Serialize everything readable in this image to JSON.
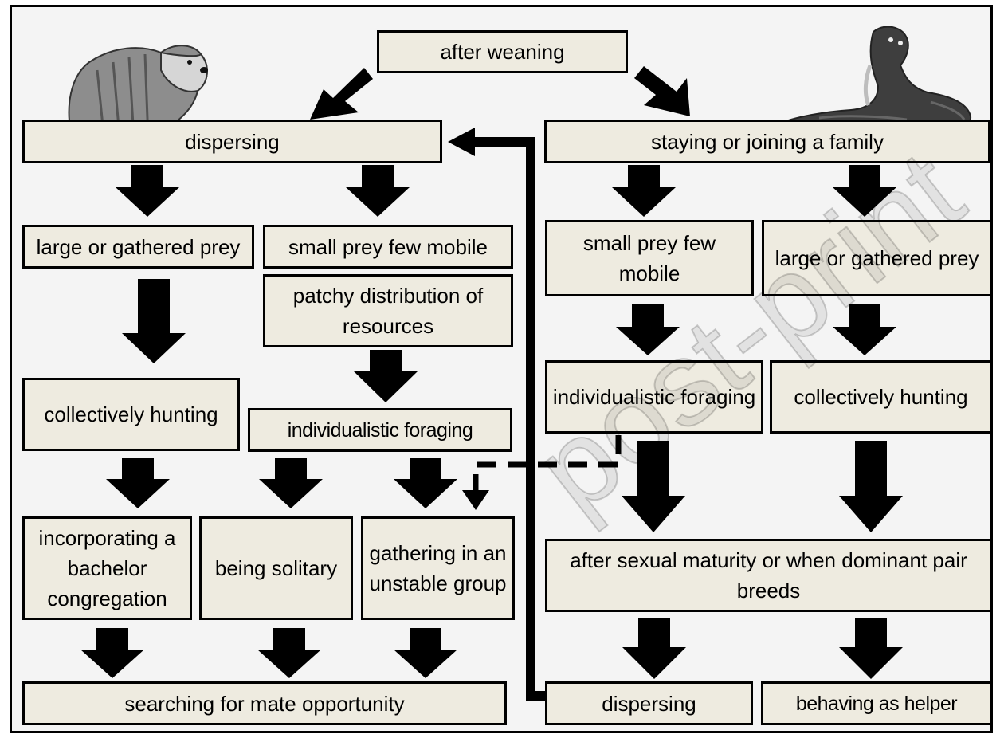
{
  "boxes": {
    "after_weaning": "after weaning",
    "dispersing_left": "dispersing",
    "staying": "staying or joining a family",
    "large_prey_left": "large or gathered prey",
    "small_prey_left": "small prey few  mobile",
    "patchy": "patchy distribution of resources",
    "small_prey_right": "small prey few mobile",
    "large_prey_right": "large or gathered prey",
    "collective_left": "collectively hunting",
    "indiv_foraging_left": "individualistic foraging",
    "indiv_foraging_right": "individualistic foraging",
    "collective_right": "collectively hunting",
    "bachelor": "incorporating a bachelor congregation",
    "solitary": "being solitary",
    "unstable_group": "gathering in an unstable group",
    "after_maturity": "after sexual maturity or when dominant pair breeds",
    "searching_mate": "searching  for mate opportunity",
    "dispersing_right": "dispersing",
    "helper": "behaving as helper"
  },
  "watermark": "post-print",
  "illustrations": {
    "left": "river-otter-drawing",
    "right": "giant-otter-drawing"
  },
  "colors": {
    "box_fill": "#eeebe0",
    "frame_fill": "#f4f4f4",
    "stroke": "#000000"
  }
}
